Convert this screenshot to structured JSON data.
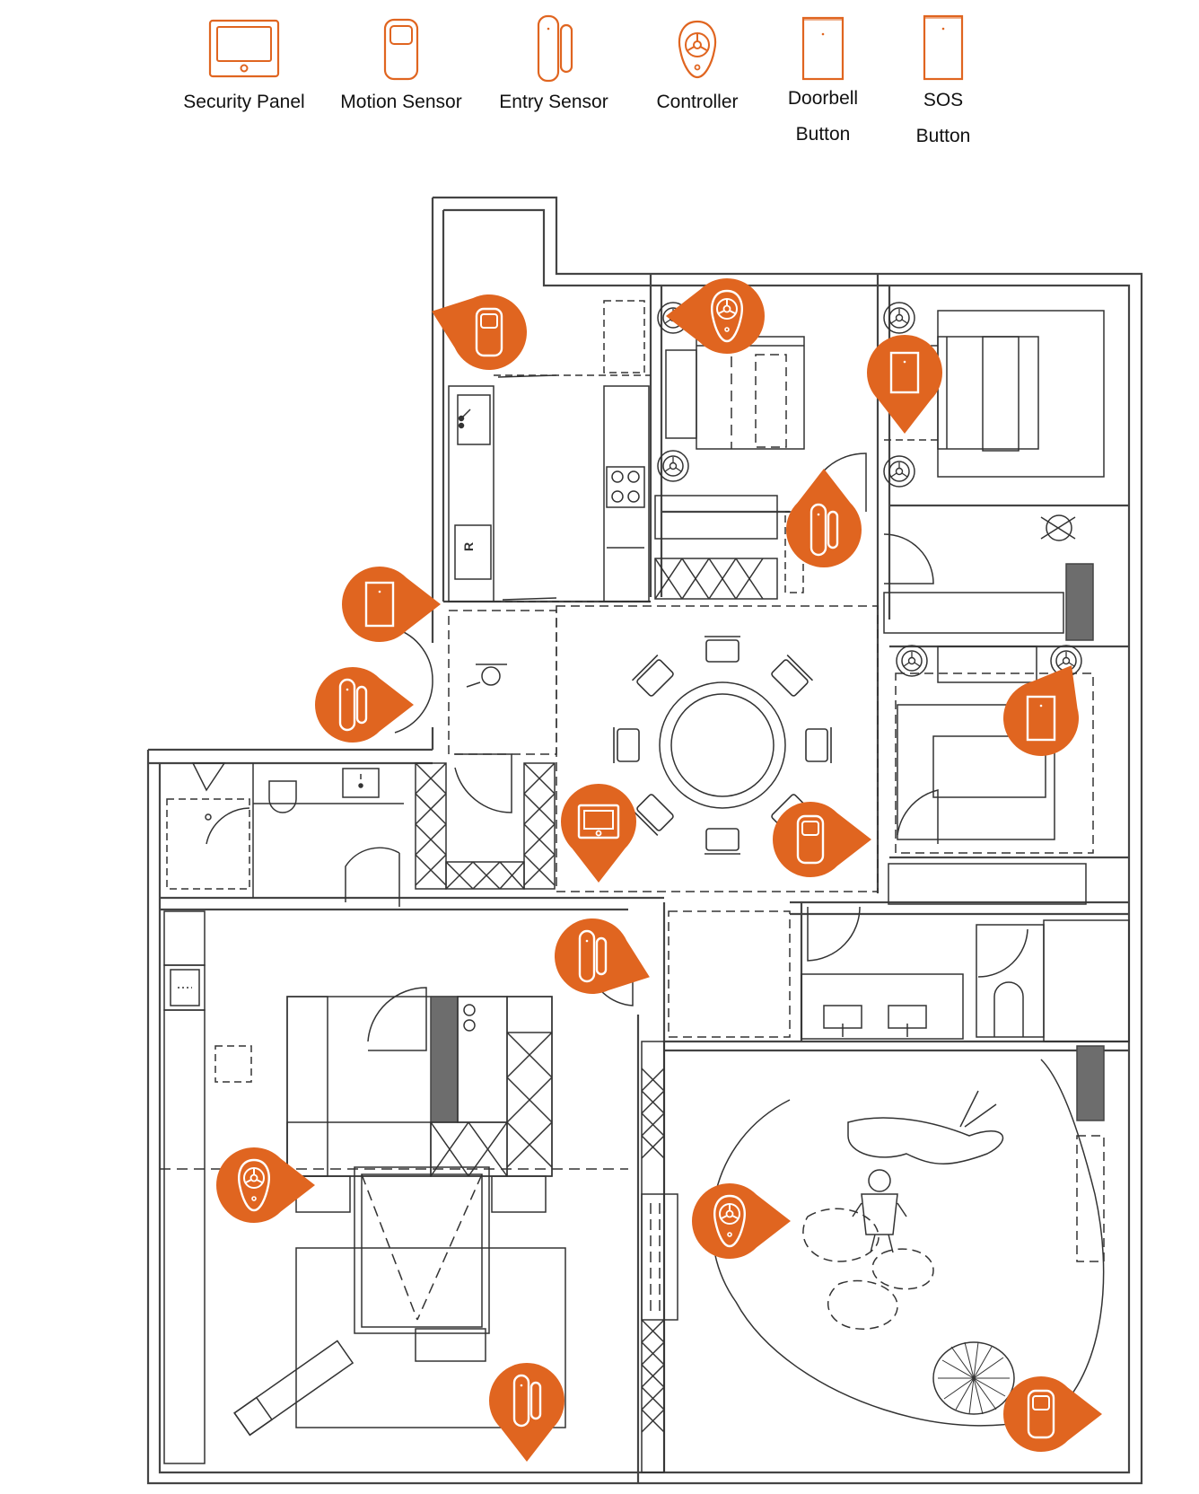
{
  "legend": {
    "items": [
      {
        "key": "panel",
        "label": "Security Panel",
        "icon": "security-panel-icon"
      },
      {
        "key": "motion",
        "label": "Motion Sensor",
        "icon": "motion-sensor-icon"
      },
      {
        "key": "entry",
        "label": "Entry Sensor",
        "icon": "entry-sensor-icon"
      },
      {
        "key": "controller",
        "label": "Controller",
        "icon": "controller-icon"
      },
      {
        "key": "doorbell",
        "label_line1": "Doorbell",
        "label_line2": "Button",
        "icon": "doorbell-button-icon"
      },
      {
        "key": "sos",
        "label_line1": "SOS",
        "label_line2": "Button",
        "icon": "sos-button-icon"
      }
    ]
  },
  "colors": {
    "accent": "#E06520",
    "line": "#333333",
    "wall": "#444444",
    "dark_fill": "#6d6d6d",
    "background": "#ffffff"
  },
  "markers": [
    {
      "type": "motion",
      "icon": "motion-sensor-icon"
    },
    {
      "type": "controller",
      "icon": "controller-icon"
    },
    {
      "type": "doorbell",
      "icon": "doorbell-button-icon"
    },
    {
      "type": "entry",
      "icon": "entry-sensor-icon"
    },
    {
      "type": "sos",
      "icon": "sos-button-icon"
    },
    {
      "type": "entry",
      "icon": "entry-sensor-icon"
    },
    {
      "type": "sos",
      "icon": "sos-button-icon"
    },
    {
      "type": "panel",
      "icon": "security-panel-icon"
    },
    {
      "type": "motion",
      "icon": "motion-sensor-icon"
    },
    {
      "type": "entry",
      "icon": "entry-sensor-icon"
    },
    {
      "type": "controller",
      "icon": "controller-icon"
    },
    {
      "type": "controller",
      "icon": "controller-icon"
    },
    {
      "type": "entry",
      "icon": "entry-sensor-icon"
    },
    {
      "type": "motion",
      "icon": "motion-sensor-icon"
    }
  ],
  "plan_text": {
    "fridge_letter": "R"
  }
}
